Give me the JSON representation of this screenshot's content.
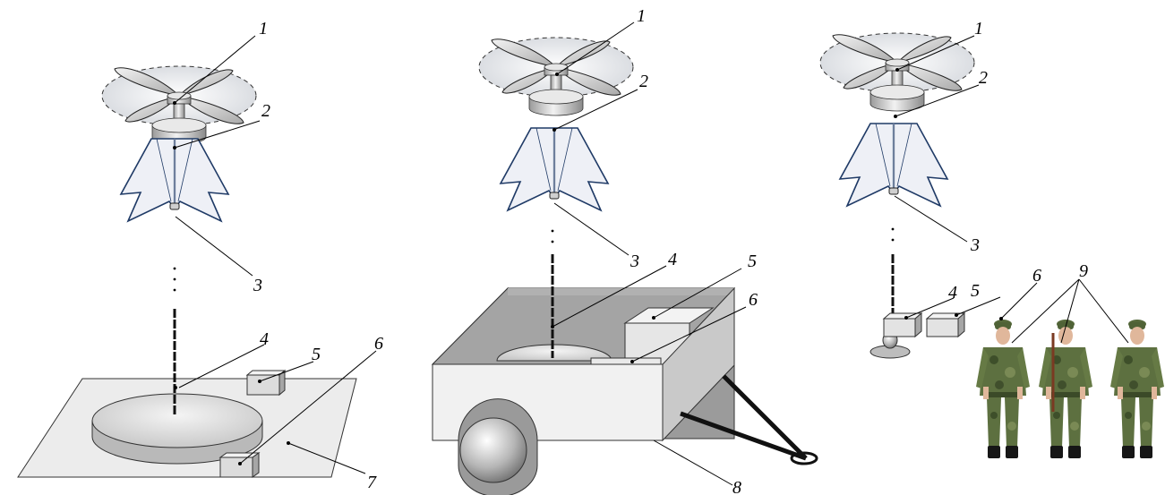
{
  "labels": {
    "rotor": "1",
    "hub": "2",
    "joint": "3",
    "tether": "4",
    "box_a": "5",
    "box_b": "6",
    "platform": "7",
    "trailer": "8",
    "soldiers": "9"
  },
  "colors": {
    "sail_stroke": "#1f3a66",
    "sail_fill": "#eef0f6",
    "gray_light": "#e2e2e2",
    "gray_mid": "#bdbdbd",
    "gray_dark": "#8c8c8c",
    "camouflage": "#5d7040"
  }
}
